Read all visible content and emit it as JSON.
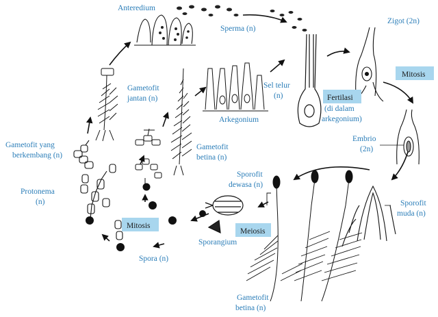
{
  "colors": {
    "label": "#2a7db8",
    "box_fill": "#a8d6ee",
    "box_text": "#1a1a1a",
    "ink": "#111111"
  },
  "labels": {
    "anteredium": "Anteredium",
    "sperma": "Sperma (n)",
    "zigot": "Zigot (2n)",
    "mitosis_top": "Mitosis",
    "gametofit_jantan_1": "Gametofit",
    "gametofit_jantan_2": "jantan (n)",
    "sel_telur_1": "Sel telur",
    "sel_telur_2": "(n)",
    "fertilasi": "Fertilasi",
    "fertilasi_note_1": "(di dalam",
    "fertilasi_note_2": "arkegonium)",
    "gametofit_berkembang_1": "Gametofit yang",
    "gametofit_berkembang_2": "berkembang (n)",
    "arkegonium": "Arkegonium",
    "gametofit_betina_1": "Gametofit",
    "gametofit_betina_2": "betina (n)",
    "embrio_1": "Embrio",
    "embrio_2": "(2n)",
    "sporofit_dewasa_1": "Sporofit",
    "sporofit_dewasa_2": "dewasa (n)",
    "protonema_1": "Protonema",
    "protonema_2": "(n)",
    "sporofit_muda_1": "Sporofit",
    "sporofit_muda_2": "muda (n)",
    "mitosis_left": "Mitosis",
    "meiosis": "Meiosis",
    "sporangium": "Sporangium",
    "spora": "Spora (n)",
    "gametofit_betina_bottom_1": "Gametofit",
    "gametofit_betina_bottom_2": "betina (n)"
  },
  "icons": {
    "cycle_arrow": "arrow-icon",
    "spore": "spore-icon",
    "moss_plant": "moss-icon"
  }
}
